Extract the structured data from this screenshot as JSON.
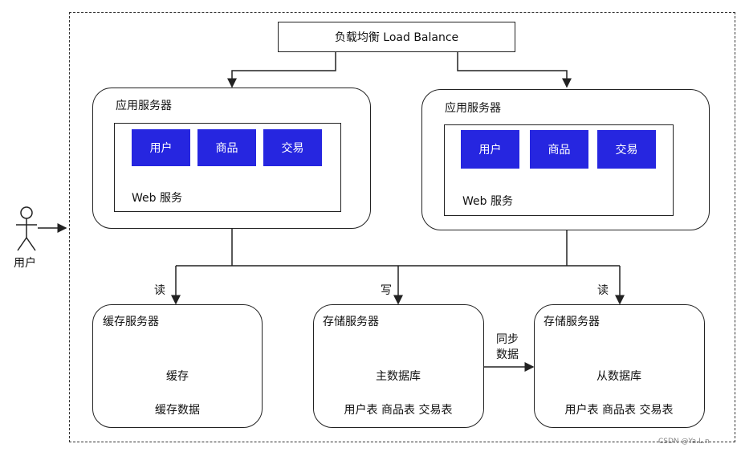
{
  "load_balancer": "负载均衡 Load Balance",
  "user": "用户",
  "app_servers": [
    {
      "title": "应用服务器",
      "modules": [
        "用户",
        "商品",
        "交易"
      ],
      "web": "Web 服务"
    },
    {
      "title": "应用服务器",
      "modules": [
        "用户",
        "商品",
        "交易"
      ],
      "web": "Web 服务"
    }
  ],
  "edge_labels": {
    "read_left": "读",
    "write": "写",
    "read_right": "读",
    "sync": "同步\n数据"
  },
  "cache_server": {
    "title": "缓存服务器",
    "db": "缓存",
    "caption": "缓存数据"
  },
  "master_server": {
    "title": "存储服务器",
    "db": "主数据库",
    "caption": "用户表 商品表 交易表"
  },
  "slave_server": {
    "title": "存储服务器",
    "db": "从数据库",
    "caption": "用户表 商品表 交易表"
  },
  "watermark": "CSDN @Ya.L.n",
  "colors": {
    "module_fill": "#2626e0",
    "line": "#222222"
  }
}
